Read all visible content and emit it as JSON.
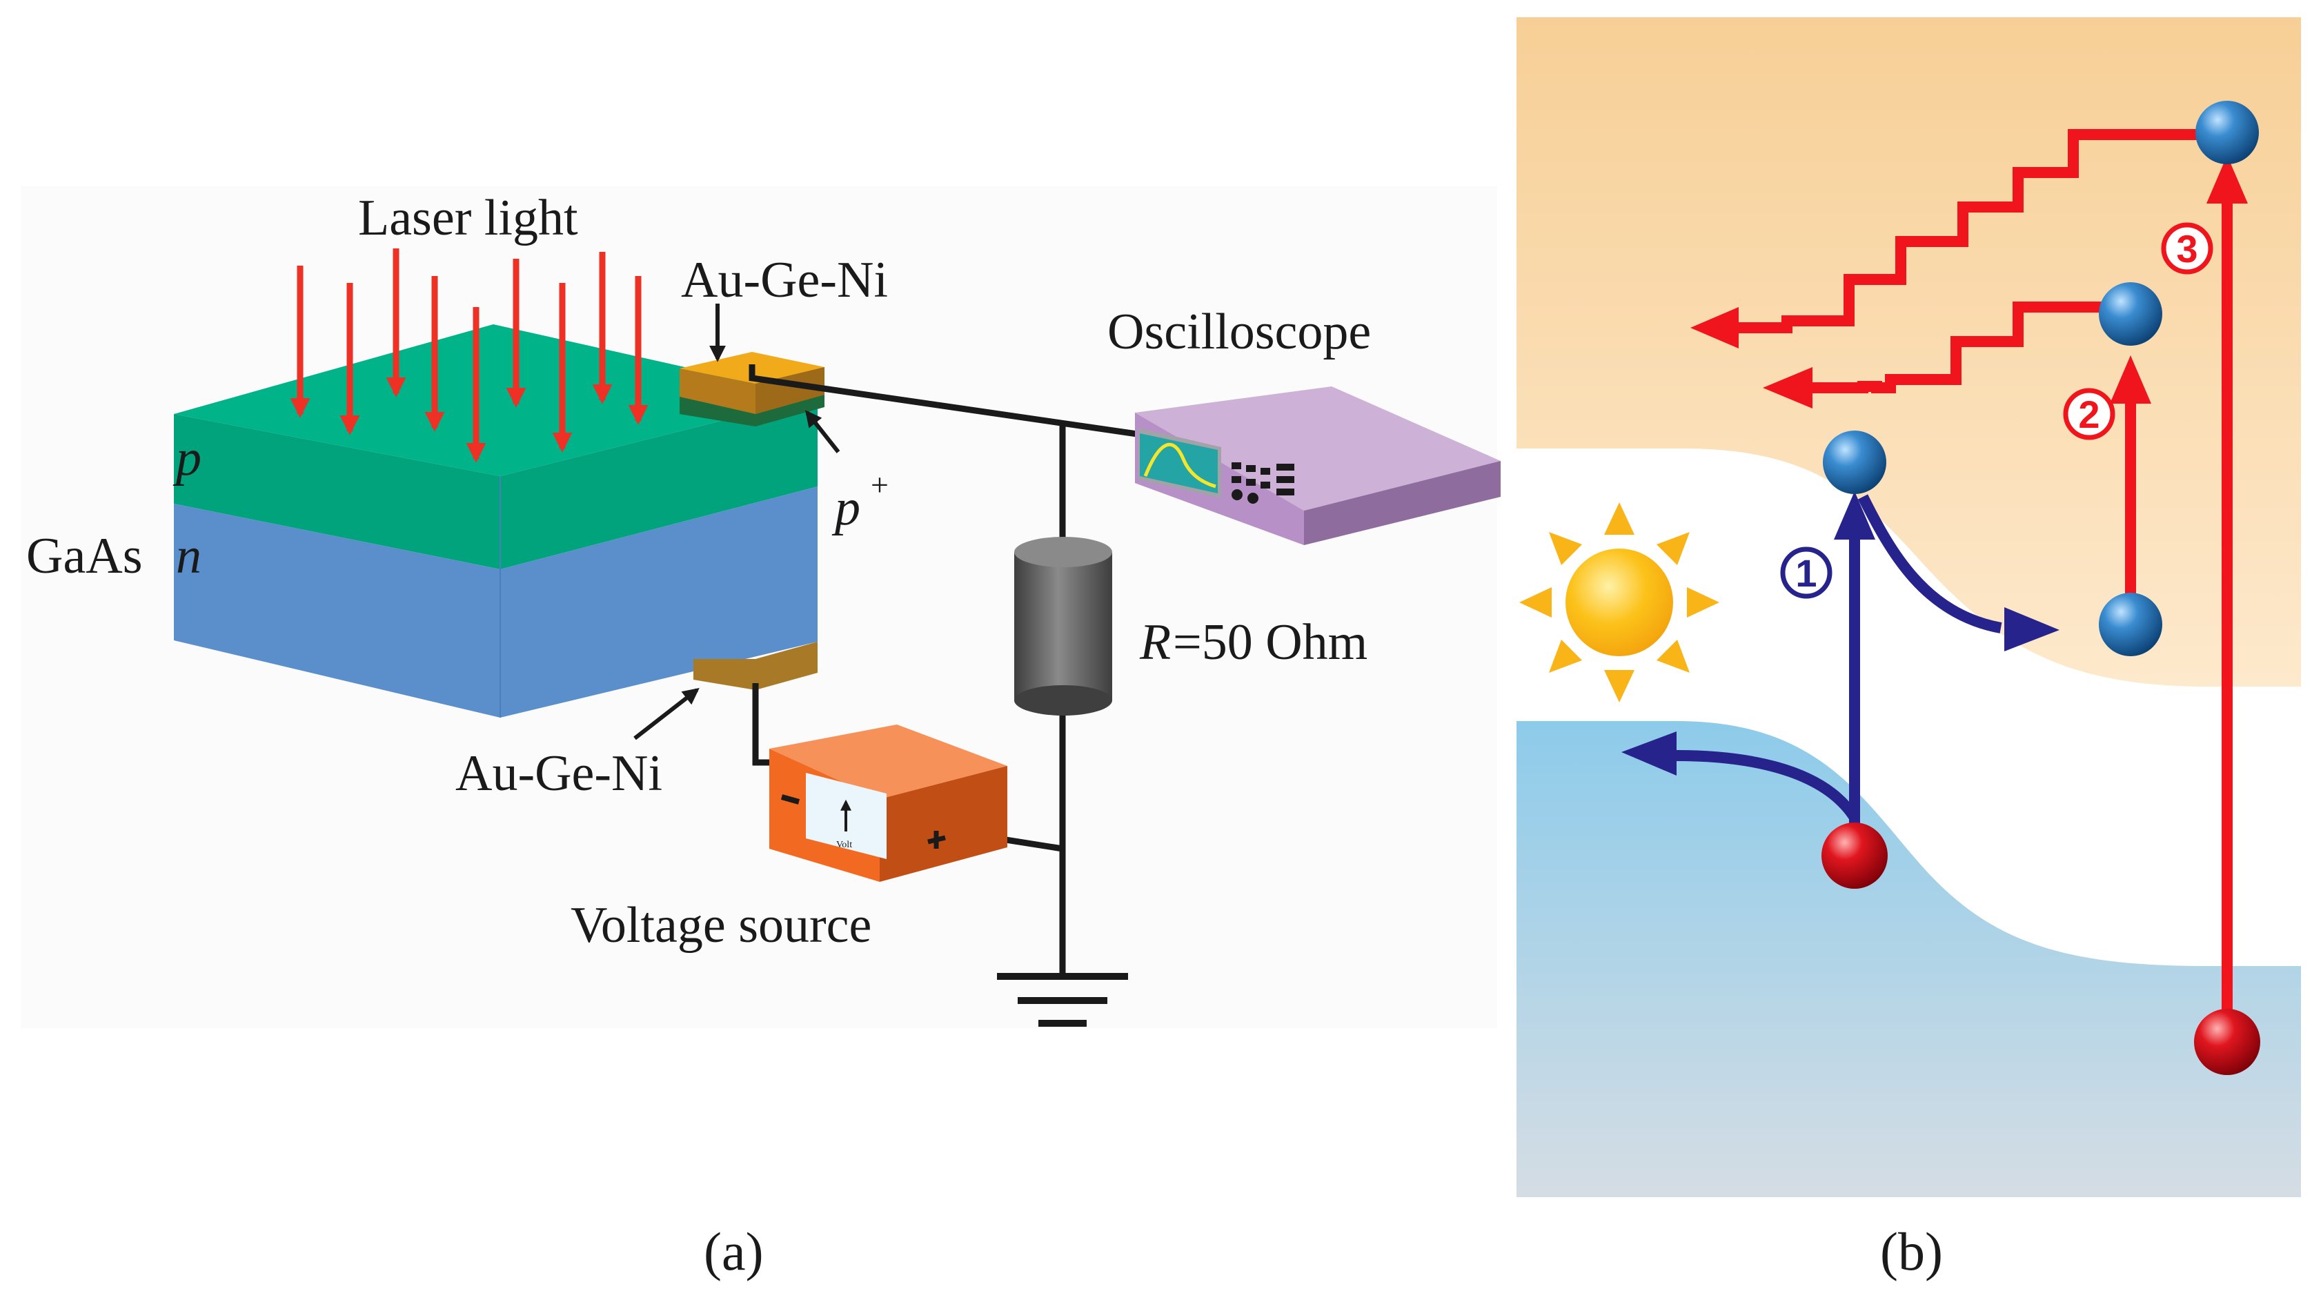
{
  "panel_a": {
    "caption": "(a)",
    "labels": {
      "laser_light": "Laser light",
      "contact_top": "Au-Ge-Ni",
      "contact_bottom": "Au-Ge-Ni",
      "oscilloscope": "Oscilloscope",
      "resistor_symbol": "R",
      "resistor_value": "=50 Ohm",
      "voltage_source": "Voltage source",
      "material": "GaAs",
      "layer_p": "p",
      "layer_n": "n",
      "layer_p_plus": "p",
      "p_plus_superscript": "+",
      "meter_unit": "Volt"
    }
  },
  "panel_b": {
    "caption": "(b)",
    "step_labels": [
      "1",
      "2",
      "3"
    ]
  },
  "colors": {
    "p_layer": "#00b389",
    "n_layer": "#5b8fcc",
    "contact": "#e8a21a",
    "laser_arrow": "#ee3124",
    "oscilloscope": "#b390c4",
    "voltage_source": "#f26a21",
    "resistor": "#5a5a5a",
    "conduction_band": "#f7cf95",
    "valence_band": "#8ccbe9",
    "electron": "#1c6aa8",
    "hole": "#d50e1c",
    "transition_blue": "#27238c",
    "transition_red": "#f0151c",
    "sun": "#fbb514"
  },
  "icons": [
    "sun-icon",
    "ground-icon",
    "meter-icon"
  ]
}
